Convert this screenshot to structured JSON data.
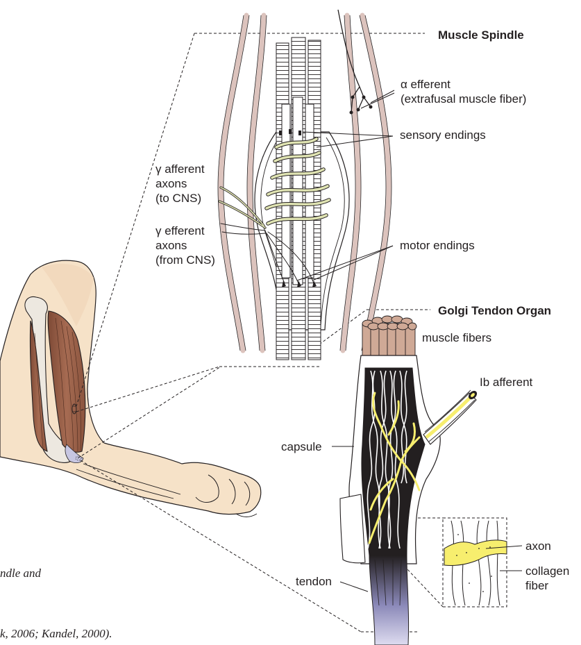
{
  "titles": {
    "muscle_spindle": "Muscle Spindle",
    "golgi_tendon_organ": "Golgi Tendon Organ"
  },
  "labels": {
    "alpha_efferent_1": "α efferent",
    "alpha_efferent_2": "(extrafusal muscle fiber)",
    "sensory_endings": "sensory endings",
    "motor_endings": "motor endings",
    "gamma_afferent_1": "γ afferent",
    "gamma_afferent_2": "axons",
    "gamma_afferent_3": "(to CNS)",
    "gamma_efferent_1": "γ efferent",
    "gamma_efferent_2": "axons",
    "gamma_efferent_3": "(from CNS)",
    "muscle_fibers": "muscle fibers",
    "ib_afferent": "Ib afferent",
    "capsule": "capsule",
    "tendon": "tendon",
    "axon": "axon",
    "collagen_1": "collagen",
    "collagen_2": "fiber"
  },
  "caption": {
    "line1": "ndle and",
    "line2": "k, 2006; Kandel, 2000)."
  },
  "colors": {
    "skin": "#f6e2c8",
    "muscle": "#a0654c",
    "bone": "#ede8e0",
    "nerve_yellow": "#f7ee6e",
    "ending_green": "#dfe3b2",
    "fascia": "#dcc3bd",
    "tendon_blue": "#c7c6e2"
  }
}
